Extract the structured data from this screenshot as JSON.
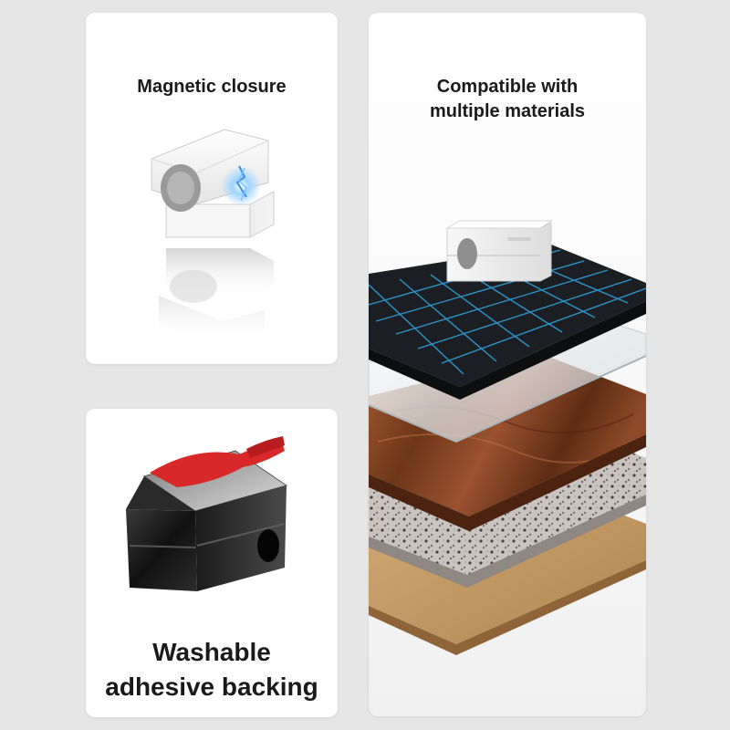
{
  "panels": {
    "magnetic": {
      "title": "Magnetic closure"
    },
    "materials": {
      "title_lines": [
        "Compatible with",
        "multiple materials"
      ]
    },
    "adhesive": {
      "title_lines": [
        "Washable",
        "adhesive backing"
      ]
    }
  },
  "colors": {
    "background": "#e6e6e6",
    "card": "#ffffff",
    "text": "#1a1a1a",
    "grid_line": "#2ea8e6",
    "adhesive_red": "#d8282a",
    "wood": "#8a4a28",
    "leather": "#c49a62"
  }
}
